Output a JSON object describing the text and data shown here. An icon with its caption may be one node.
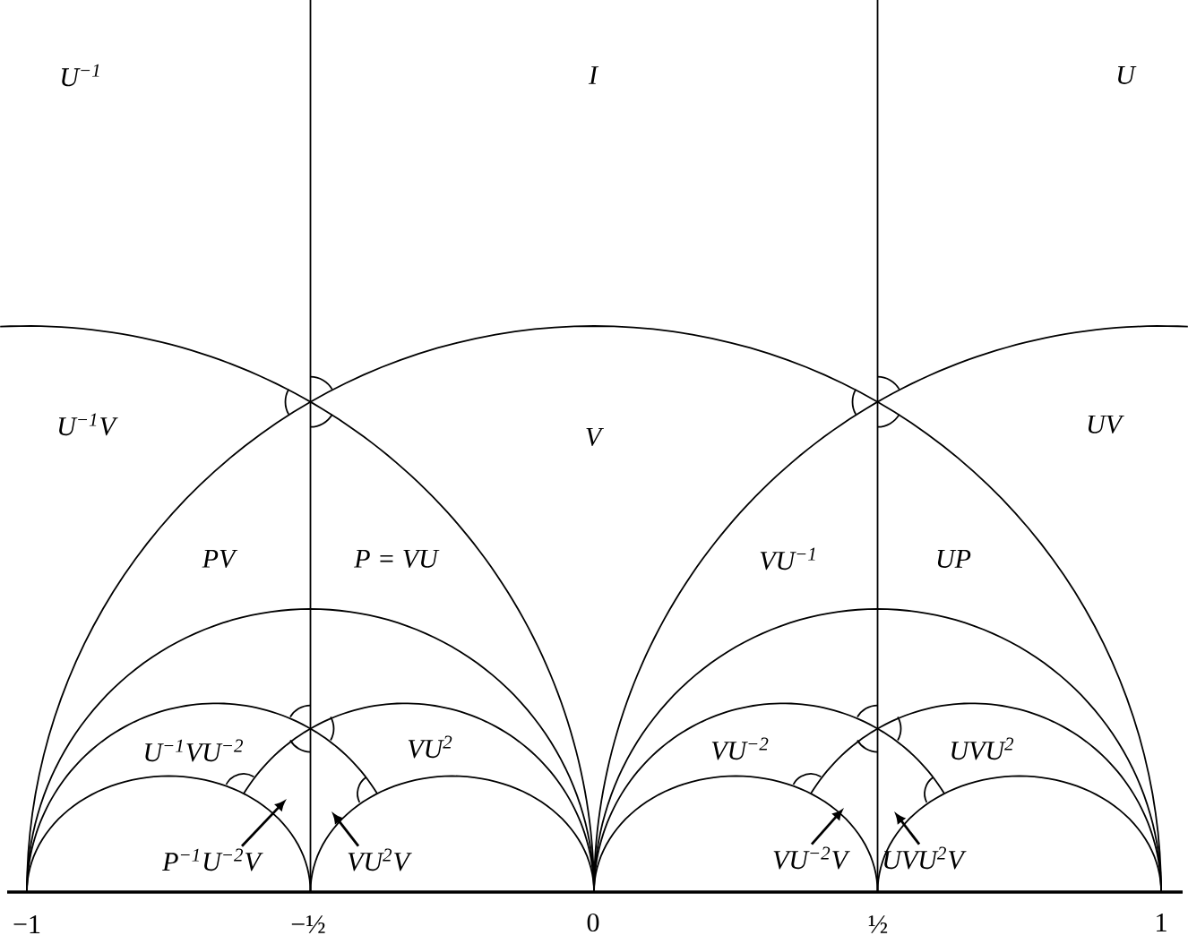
{
  "diagram": {
    "nodes": [
      {
        "text": [
          "P$^{−1}$U$^{−2}$V"
        ]
      },
      {
        "text": [
          "VU$^{2}$V"
        ]
      },
      {
        "text": [
          "VU$^{−2}$V"
        ]
      },
      {
        "text": [
          "UVU$^{2}$V"
        ]
      }
    ],
    "edges": [
      {
        "from": 0,
        "to": null,
        "arrow": "to"
      },
      {
        "from": 1,
        "to": null,
        "arrow": "to"
      },
      {
        "from": 2,
        "to": null,
        "arrow": "to"
      },
      {
        "from": 3,
        "to": null,
        "arrow": "to"
      }
    ],
    "labels": [
      "U$^{−1}$",
      "I",
      "U",
      "U$^{−1}$V",
      "V",
      "UV",
      "PV",
      "P = VU",
      "VU$^{−1}$",
      "UP",
      "U$^{−1}$VU$^{−2}$",
      "VU$^{2}$",
      "VU$^{−2}$",
      "UVU$^{2}$",
      "−1",
      "−½",
      "0",
      "½",
      "1"
    ]
  }
}
